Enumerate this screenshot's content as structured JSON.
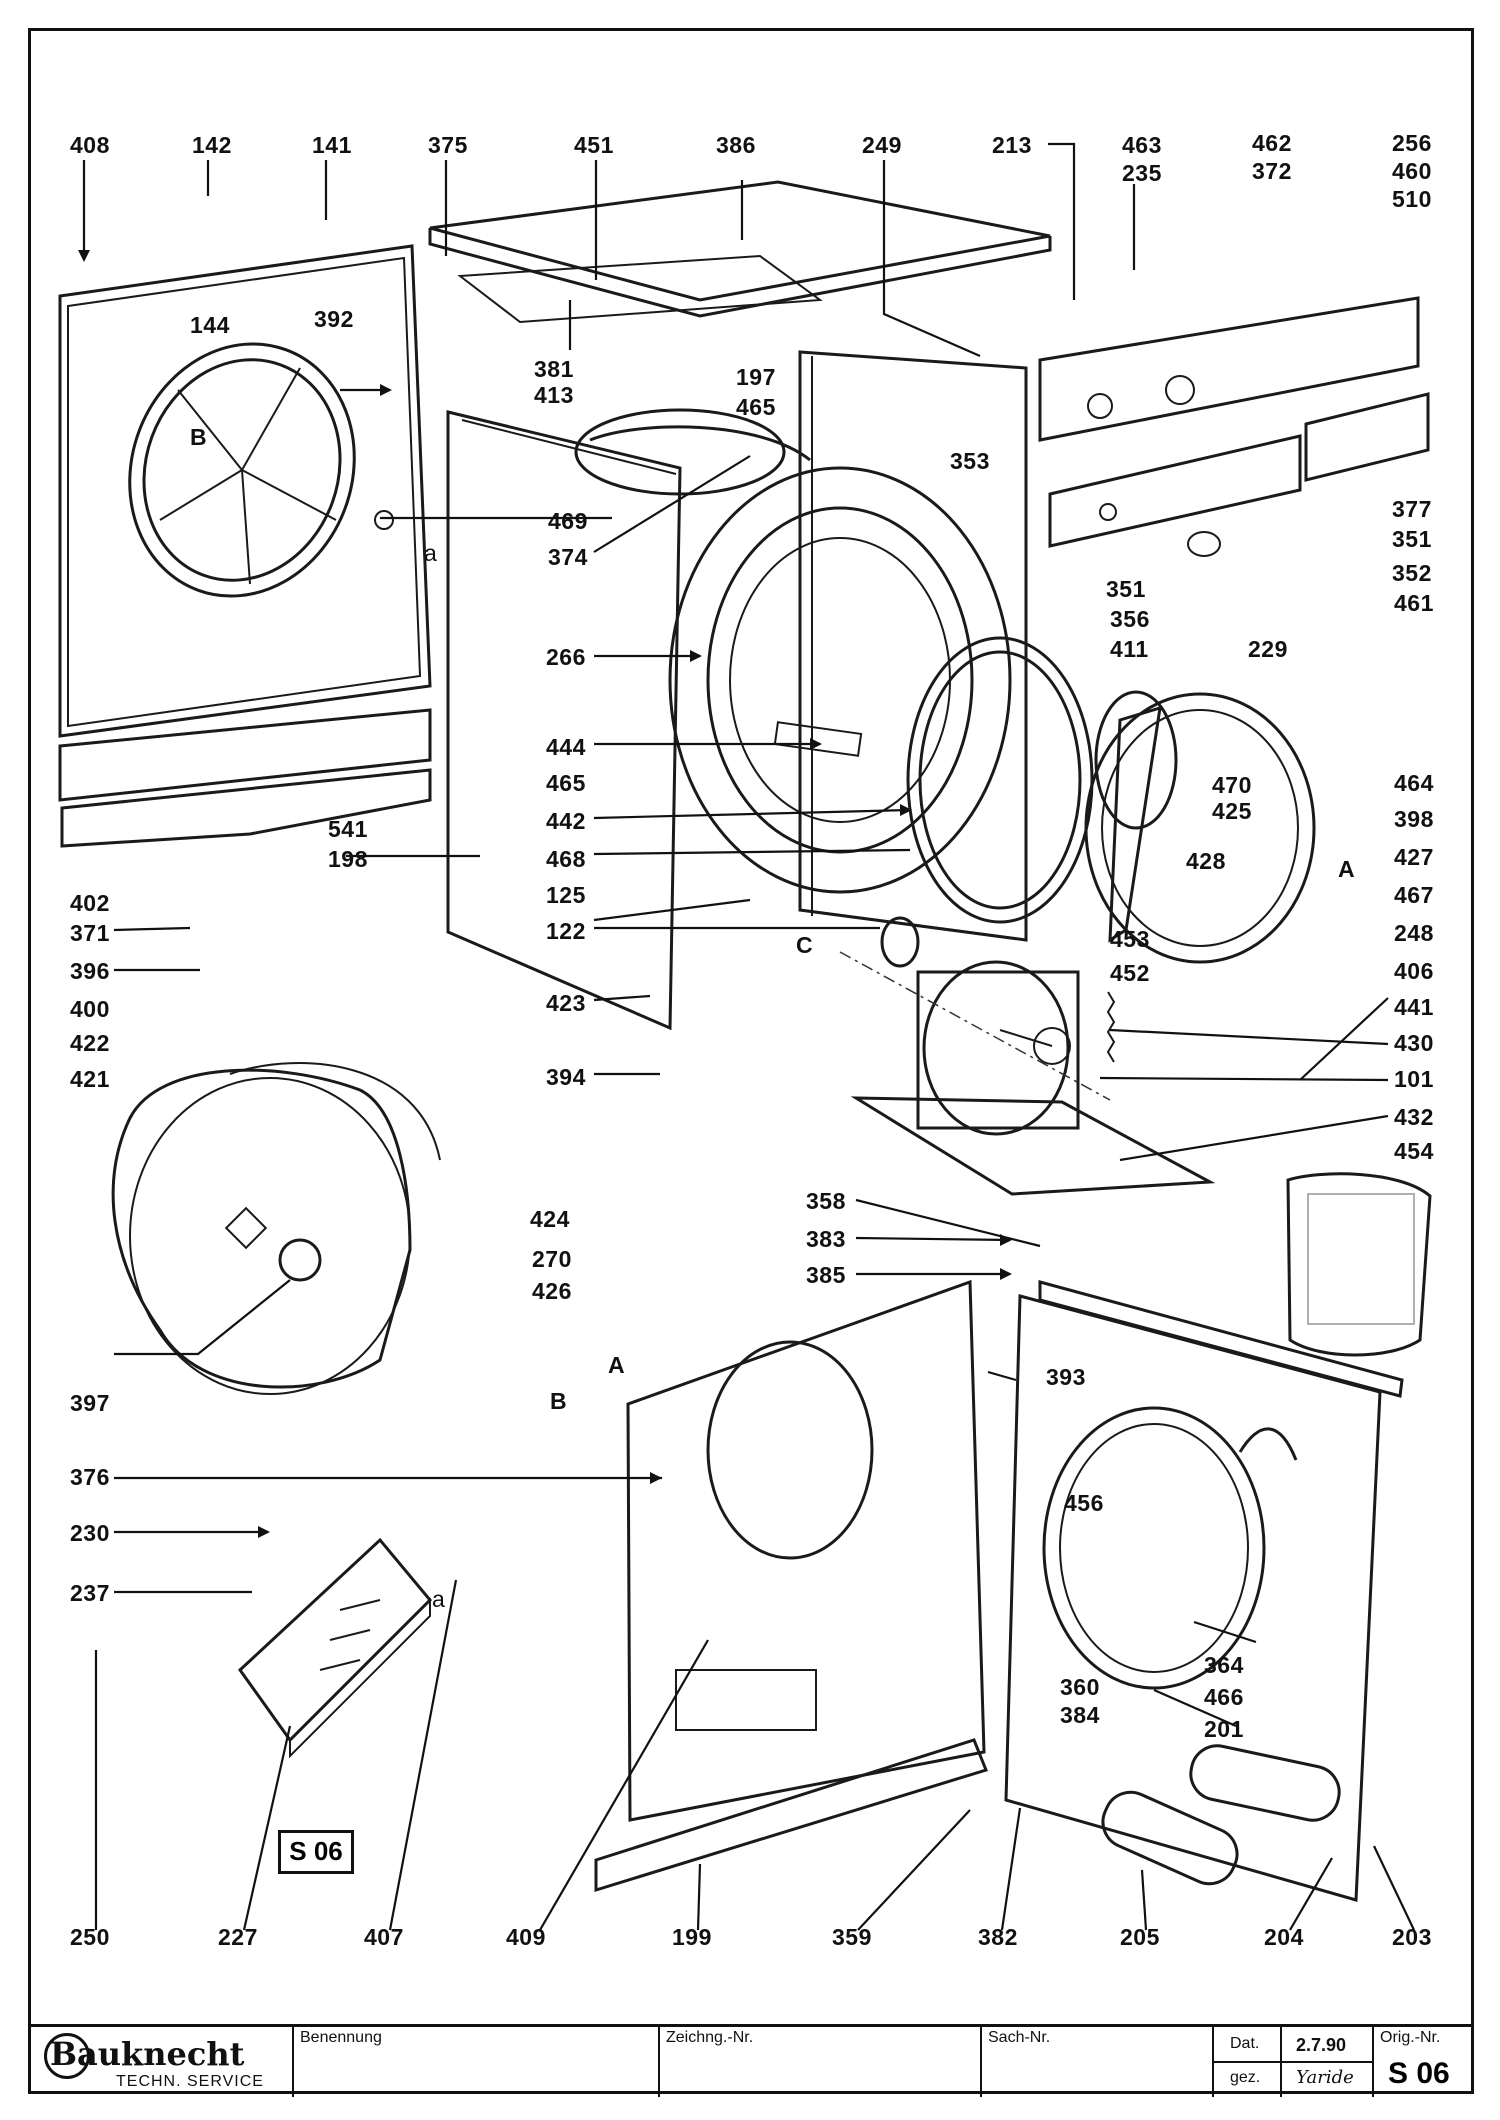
{
  "diagram": {
    "sheet_ref": "S 06",
    "callouts": [
      {
        "id": "408",
        "label": "408"
      },
      {
        "id": "142",
        "label": "142"
      },
      {
        "id": "141",
        "label": "141"
      },
      {
        "id": "375",
        "label": "375"
      },
      {
        "id": "451",
        "label": "451"
      },
      {
        "id": "386",
        "label": "386"
      },
      {
        "id": "249",
        "label": "249"
      },
      {
        "id": "213",
        "label": "213"
      },
      {
        "id": "463",
        "label": "463"
      },
      {
        "id": "235",
        "label": "235"
      },
      {
        "id": "462",
        "label": "462"
      },
      {
        "id": "372",
        "label": "372"
      },
      {
        "id": "256",
        "label": "256"
      },
      {
        "id": "460",
        "label": "460"
      },
      {
        "id": "510",
        "label": "510"
      },
      {
        "id": "144",
        "label": "144"
      },
      {
        "id": "392",
        "label": "392"
      },
      {
        "id": "381",
        "label": "381"
      },
      {
        "id": "413",
        "label": "413"
      },
      {
        "id": "197",
        "label": "197"
      },
      {
        "id": "465a",
        "label": "465"
      },
      {
        "id": "353",
        "label": "353"
      },
      {
        "id": "377",
        "label": "377"
      },
      {
        "id": "351a",
        "label": "351"
      },
      {
        "id": "352",
        "label": "352"
      },
      {
        "id": "351b",
        "label": "351"
      },
      {
        "id": "469",
        "label": "469"
      },
      {
        "id": "374",
        "label": "374"
      },
      {
        "id": "356",
        "label": "356"
      },
      {
        "id": "461",
        "label": "461"
      },
      {
        "id": "411",
        "label": "411"
      },
      {
        "id": "229",
        "label": "229"
      },
      {
        "id": "266",
        "label": "266"
      },
      {
        "id": "444",
        "label": "444"
      },
      {
        "id": "465b",
        "label": "465"
      },
      {
        "id": "470",
        "label": "470"
      },
      {
        "id": "464",
        "label": "464"
      },
      {
        "id": "425",
        "label": "425"
      },
      {
        "id": "398",
        "label": "398"
      },
      {
        "id": "442",
        "label": "442"
      },
      {
        "id": "541",
        "label": "541"
      },
      {
        "id": "468",
        "label": "468"
      },
      {
        "id": "427",
        "label": "427"
      },
      {
        "id": "198",
        "label": "198"
      },
      {
        "id": "428",
        "label": "428"
      },
      {
        "id": "467",
        "label": "467"
      },
      {
        "id": "402",
        "label": "402"
      },
      {
        "id": "125",
        "label": "125"
      },
      {
        "id": "371",
        "label": "371"
      },
      {
        "id": "122",
        "label": "122"
      },
      {
        "id": "453",
        "label": "453"
      },
      {
        "id": "248",
        "label": "248"
      },
      {
        "id": "452",
        "label": "452"
      },
      {
        "id": "406",
        "label": "406"
      },
      {
        "id": "396",
        "label": "396"
      },
      {
        "id": "423",
        "label": "423"
      },
      {
        "id": "441",
        "label": "441"
      },
      {
        "id": "400",
        "label": "400"
      },
      {
        "id": "430",
        "label": "430"
      },
      {
        "id": "422",
        "label": "422"
      },
      {
        "id": "394",
        "label": "394"
      },
      {
        "id": "101",
        "label": "101"
      },
      {
        "id": "421",
        "label": "421"
      },
      {
        "id": "432",
        "label": "432"
      },
      {
        "id": "454",
        "label": "454"
      },
      {
        "id": "358",
        "label": "358"
      },
      {
        "id": "424",
        "label": "424"
      },
      {
        "id": "383",
        "label": "383"
      },
      {
        "id": "270",
        "label": "270"
      },
      {
        "id": "385",
        "label": "385"
      },
      {
        "id": "426",
        "label": "426"
      },
      {
        "id": "397",
        "label": "397"
      },
      {
        "id": "393",
        "label": "393"
      },
      {
        "id": "376",
        "label": "376"
      },
      {
        "id": "456",
        "label": "456"
      },
      {
        "id": "230",
        "label": "230"
      },
      {
        "id": "237",
        "label": "237"
      },
      {
        "id": "364",
        "label": "364"
      },
      {
        "id": "466",
        "label": "466"
      },
      {
        "id": "360",
        "label": "360"
      },
      {
        "id": "201",
        "label": "201"
      },
      {
        "id": "384",
        "label": "384"
      },
      {
        "id": "250",
        "label": "250"
      },
      {
        "id": "227",
        "label": "227"
      },
      {
        "id": "407",
        "label": "407"
      },
      {
        "id": "409",
        "label": "409"
      },
      {
        "id": "199",
        "label": "199"
      },
      {
        "id": "359",
        "label": "359"
      },
      {
        "id": "382",
        "label": "382"
      },
      {
        "id": "205",
        "label": "205"
      },
      {
        "id": "204",
        "label": "204"
      },
      {
        "id": "203",
        "label": "203"
      },
      {
        "id": "B1",
        "label": "B"
      },
      {
        "id": "a1",
        "label": "a"
      },
      {
        "id": "A1",
        "label": "A"
      },
      {
        "id": "C1",
        "label": "C"
      },
      {
        "id": "B2",
        "label": "B"
      },
      {
        "id": "A2",
        "label": "A"
      },
      {
        "id": "a2",
        "label": "a"
      }
    ]
  },
  "title_block": {
    "brand": "Bauknecht",
    "brand_sub": "TECHN. SERVICE",
    "benennung_label": "Benennung",
    "zeichng_label": "Zeichng.-Nr.",
    "sach_label": "Sach-Nr.",
    "dat_label": "Dat.",
    "dat_value": "2.7.90",
    "gez_label": "gez.",
    "gez_value": "Yaride",
    "orig_label": "Orig.-Nr.",
    "orig_value": "S 06"
  }
}
